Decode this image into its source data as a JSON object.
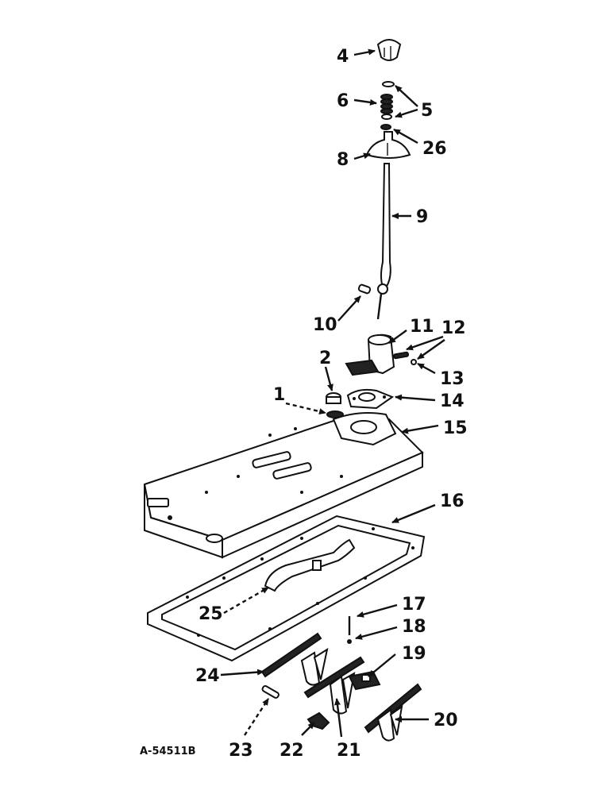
{
  "drawing_code": "A-54511B",
  "callouts": [
    {
      "id": "c1",
      "text": "1"
    },
    {
      "id": "c2",
      "text": "2"
    },
    {
      "id": "c4",
      "text": "4"
    },
    {
      "id": "c5",
      "text": "5"
    },
    {
      "id": "c6",
      "text": "6"
    },
    {
      "id": "c8",
      "text": "8"
    },
    {
      "id": "c9",
      "text": "9"
    },
    {
      "id": "c10",
      "text": "10"
    },
    {
      "id": "c11",
      "text": "11"
    },
    {
      "id": "c12",
      "text": "12"
    },
    {
      "id": "c13",
      "text": "13"
    },
    {
      "id": "c14",
      "text": "14"
    },
    {
      "id": "c15",
      "text": "15"
    },
    {
      "id": "c16",
      "text": "16"
    },
    {
      "id": "c17",
      "text": "17"
    },
    {
      "id": "c18",
      "text": "18"
    },
    {
      "id": "c19",
      "text": "19"
    },
    {
      "id": "c20",
      "text": "20"
    },
    {
      "id": "c21",
      "text": "21"
    },
    {
      "id": "c22",
      "text": "22"
    },
    {
      "id": "c23",
      "text": "23"
    },
    {
      "id": "c24",
      "text": "24"
    },
    {
      "id": "c25",
      "text": "25"
    },
    {
      "id": "c26",
      "text": "26"
    }
  ]
}
